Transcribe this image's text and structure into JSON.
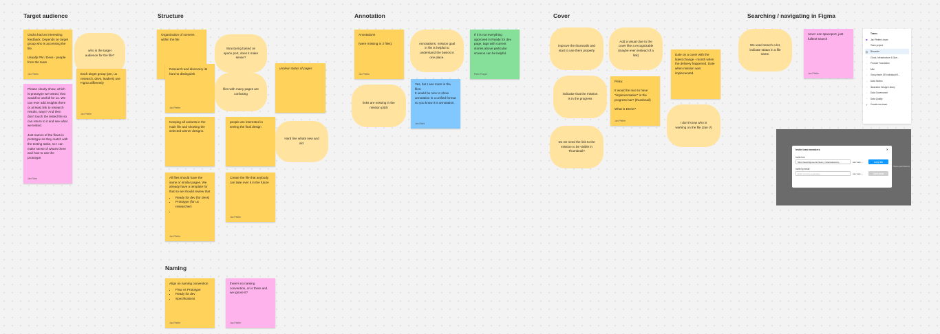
{
  "sections": {
    "target": "Target audience",
    "structure": "Structure",
    "annotation": "Annotation",
    "cover": "Cover",
    "searching": "Searching / navigating in Figma",
    "naming": "Naming"
  },
  "notes": {
    "t1": "Ondra had an interesting feedback. Depends on target group who is accessing the file.\n\nUsually PM / Devs - people from the team",
    "t1_author": "Jan Pfeifer",
    "t2": "who is the target audience for the file?",
    "t3": "Each target group (pm, ux research, devs, leaders) use Figma differently",
    "t3_author": "Jan Pfeifer",
    "t4": "Please clearly show, which is prototype we tested, that would be usefull for ux. We can ever add insights there or at least link to research results, ways? And then don't touch the tested file so can return to it and see what we tested.\n\nJust names of the flows in prototype so they match with the testing tasks, so I can make sense of what's there and how to use the prototype.",
    "t4_author": "Jan Fiala",
    "s1": "Organization of screens within the file",
    "s2": "Structuring based on space port, does it make sense?",
    "s3": "Research and discovery its hard to distinguish",
    "s3_author": "Jan Pfeifer",
    "s4": "unclear status of pages",
    "s5": "files with many pages are confusing",
    "s6": "Keeping all variants in the main file and showing the selected winner designs.",
    "s7": "people are interested in seeing the final design",
    "s8": "Hard line whats new and old.",
    "s9": "All files should have the same or similar pages. We already have a template for that so we should review that",
    "s9_items": [
      "Ready for dev (for devs)",
      "Prototype (for ux researcher)",
      ""
    ],
    "s9_author": "Jan Pfeifer",
    "s10": "Create the file that anybody can take over it in the future",
    "s10_author": "Jan Pfeifer",
    "a1": "Annotations\n\n(were missing in 2 files).",
    "a1_author": "Jan Pfeifer",
    "a2": "Annotations, mission goal in file is helpful to understand the basics in one place.",
    "a3": "If it is not everything approved in Ready for dev page, tags with current stories above particular screens can be helpful.",
    "a3_author": "Peter Prayer",
    "a4": "links are missing in the mission pitch",
    "a5": "Yes, but I see more in the files.\nIt would be nice to show annotation in a unified format so you know it is annotation.",
    "a5_author": "Jan Stehl",
    "c1": "improve the thumnails and start to use them properly",
    "c2": "Add a visual clue to the cover like a recognizable (maybe even instead of a link)",
    "c3": "Date on a cover with the latest change - month when the delivery happened. Date when mission was implemented.",
    "c4": "indicator that the mission is in the progress",
    "c5": "Petra:\n\nIt would be nice to have \"implementation\" in the progress bar? (thumbnail)\n\nWhat is DOne?",
    "c5_author": "Jan Pfeifer",
    "c6": "Do we need the link to the mission to be visible in Thumbnail?",
    "c7": "I don't know who is working on the file (Jan V)",
    "f1": "We used search a lot, indicate status in a file name.",
    "f2": "never use spaceport, just fulltext search",
    "f2_author": "Jan Pfeifer",
    "n1": "Align on naming convention",
    "n1_items": [
      "Flow vs Prototype",
      "Ready for dev",
      "Specifications"
    ],
    "n1_author": "Jan Pfeifer",
    "n2": "there's no naming convention, or is there and we ignore it?",
    "n2_author": "Jan Pfeifer"
  },
  "panel": {
    "items": [
      {
        "icon": "",
        "label": "Teams"
      },
      {
        "icon": "■",
        "label": "Jan Pfeifer's team"
      },
      {
        "icon": "",
        "label": "Team project"
      },
      {
        "icon": "◎",
        "label": "Recorder"
      },
      {
        "icon": "·",
        "label": "Cloud, Infrastructure & Ope..."
      },
      {
        "icon": "·",
        "label": "Product Foundation"
      },
      {
        "icon": "·",
        "label": "Mile"
      },
      {
        "icon": "·",
        "label": "Group team OR individual fil..."
      },
      {
        "icon": "·",
        "label": "Data Stories"
      },
      {
        "icon": "·",
        "label": "Illustrative Design Library"
      },
      {
        "icon": "·",
        "label": "Data Governance"
      },
      {
        "icon": "·",
        "label": "Data Quality"
      },
      {
        "icon": "+",
        "label": "Create new team"
      }
    ]
  },
  "dialog": {
    "title": "Invite team members",
    "invite_link_label": "Invite link",
    "invite_link": "https://www.figma.com/team_invite/redeem/q...",
    "can_view": "can view ⌄",
    "copy_link": "Copy link",
    "invite_email_label": "Invite by email",
    "email_placeholder": "Enter comma separated...",
    "can_view2": "can view ⌄",
    "invite_button": "Send invite",
    "side_right": "Team permissions",
    "side_left_1": "",
    "side_right_1": ""
  },
  "colors": {
    "yellow": "#ffd25c",
    "pink": "#ffb3ec",
    "green": "#86e09a",
    "blue": "#80c8ff",
    "bubble": "#ffe39f",
    "accent": "#0d99ff"
  }
}
